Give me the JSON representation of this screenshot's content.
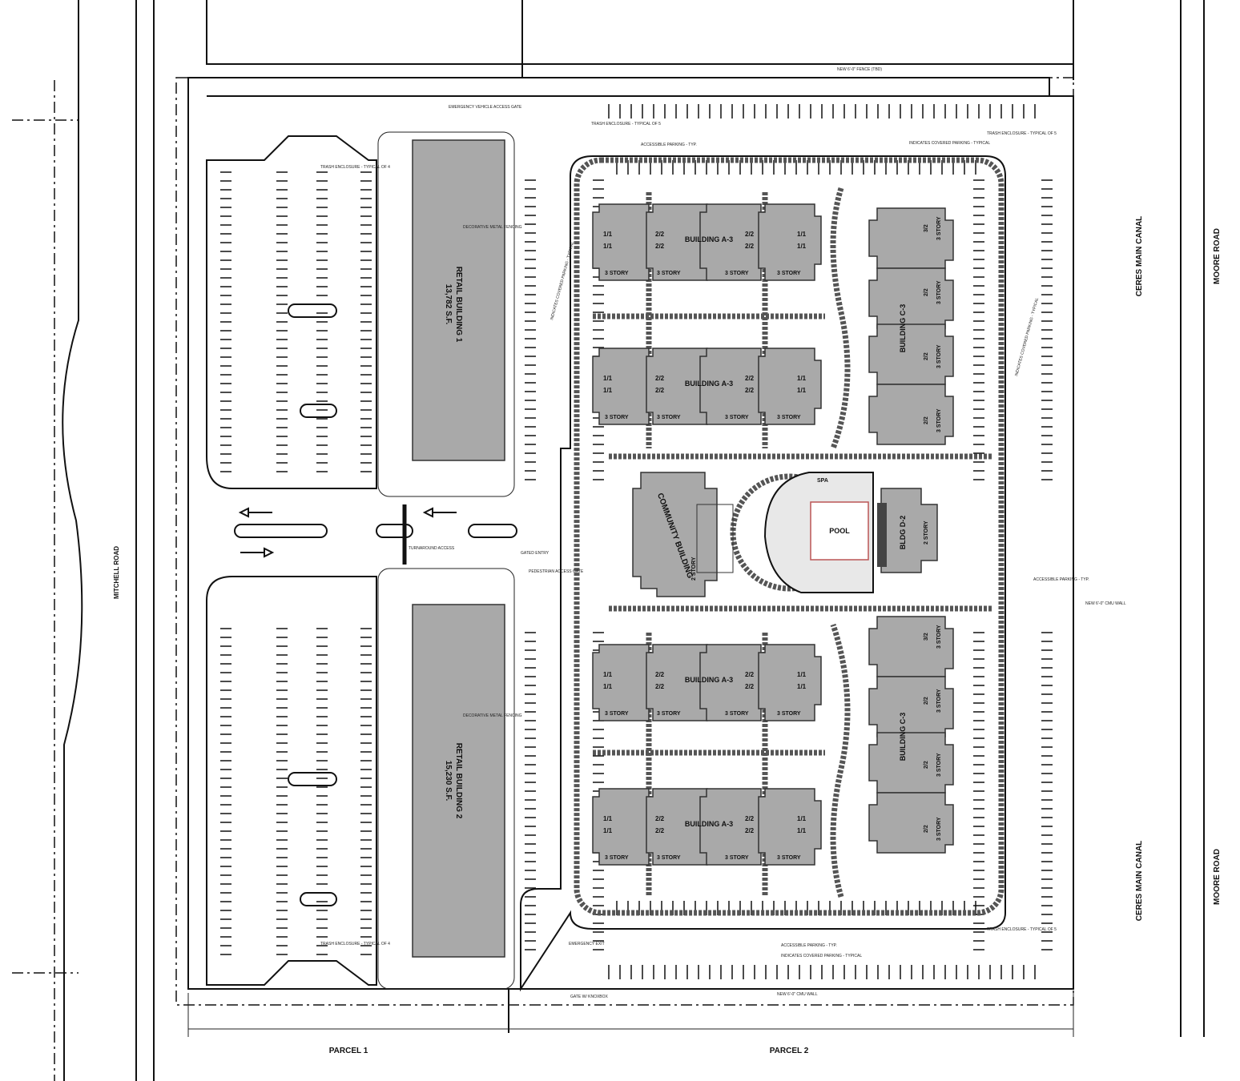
{
  "roads": {
    "mitchell": "MITCHELL ROAD",
    "canal_top": "CERES MAIN CANAL",
    "canal_bottom": "CERES MAIN CANAL",
    "moore_top": "MOORE ROAD",
    "moore_bottom": "MOORE ROAD"
  },
  "parcels": [
    "PARCEL 1",
    "PARCEL 2"
  ],
  "retail": [
    {
      "name": "RETAIL BUILDING 1",
      "area": "13,782 S.F."
    },
    {
      "name": "RETAIL BUILDING 2",
      "area": "15,230 S.F."
    }
  ],
  "residential": {
    "a3": [
      "BUILDING A-3",
      "BUILDING A-3",
      "BUILDING A-3",
      "BUILDING A-3"
    ],
    "c3": [
      "BUILDING C-3",
      "BUILDING C-3"
    ],
    "unit_labels": [
      "1/1",
      "2/2",
      "3/2"
    ],
    "story_label": "3 STORY",
    "community": "COMMUNITY BUILDING",
    "community_story": "2 STORY",
    "pool": "POOL",
    "spa": "SPA",
    "d2": "BLDG D-2",
    "d2_story": "2 STORY"
  },
  "notes": {
    "fence": "NEW 6'-0\" FENCE (TBD)",
    "emergency_gate": "EMERGENCY VEHICLE ACCESS GATE",
    "trash_top": "TRASH ENCLOSURE - TYPICAL OF 5",
    "trash_right": "TRASH ENCLOSURE - TYPICAL OF 5",
    "trash_left_top": "TRASH ENCLOSURE - TYPICAL OF 4",
    "trash_left_bottom": "TRASH ENCLOSURE - TYPICAL OF 4",
    "trash_bottom_right": "TRASH ENCLOSURE - TYPICAL OF 5",
    "accessible_top": "ACCESSIBLE PARKING - TYP.",
    "accessible_bottom": "ACCESSIBLE PARKING - TYP.",
    "accessible_right": "ACCESSIBLE PARKING - TYP.",
    "covered_top": "INDICATES COVERED PARKING - TYPICAL",
    "covered_bottom": "INDICATES COVERED PARKING - TYPICAL",
    "covered_right": "INDICATES COVERED PARKING - TYPICAL",
    "covered_left": "INDICATES COVERED PARKING - TYPICAL",
    "decorative_1": "DECORATIVE METAL FENCING",
    "decorative_2": "DECORATIVE METAL FENCING",
    "gated_entry": "GATED ENTRY",
    "ped_gate": "PEDESTRIAN ACCESS GATE",
    "turnaround": "TURNAROUND ACCESS",
    "emergency_exit": "EMERGENCY EXIT",
    "knox": "GATE W/ KNOXBOX",
    "cmu_wall": "NEW 6'-0\" CMU WALL",
    "cmu_wall_right": "NEW 6'-0\" CMU WALL"
  },
  "colors": {
    "building": "#a9a9a9",
    "line": "#111111"
  }
}
